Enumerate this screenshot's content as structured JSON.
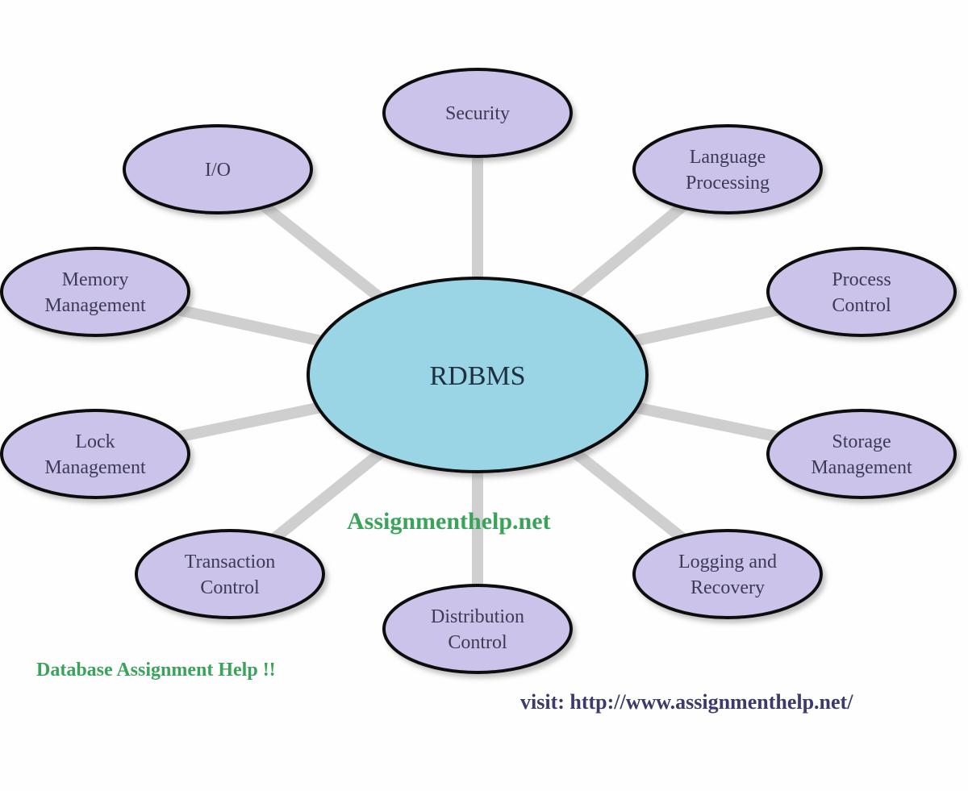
{
  "center": {
    "label": "RDBMS"
  },
  "nodes": [
    {
      "lines": [
        "Security"
      ]
    },
    {
      "lines": [
        "I/O"
      ]
    },
    {
      "lines": [
        "Language",
        "Processing"
      ]
    },
    {
      "lines": [
        "Memory",
        "Management"
      ]
    },
    {
      "lines": [
        "Process",
        "Control"
      ]
    },
    {
      "lines": [
        "Lock",
        "Management"
      ]
    },
    {
      "lines": [
        "Storage",
        "Management"
      ]
    },
    {
      "lines": [
        "Transaction",
        "Control"
      ]
    },
    {
      "lines": [
        "Logging and",
        "Recovery"
      ]
    },
    {
      "lines": [
        "Distribution",
        "Control"
      ]
    }
  ],
  "watermarks": {
    "site": "Assignmenthelp.net",
    "tagline": "Database Assignment Help !!",
    "visit": "visit: http://www.assignmenthelp.net/"
  },
  "colors": {
    "node_fill": "#cbc3ea",
    "center_fill": "#9ad5e6",
    "connector": "#cfcfcf",
    "outline": "#111111"
  }
}
